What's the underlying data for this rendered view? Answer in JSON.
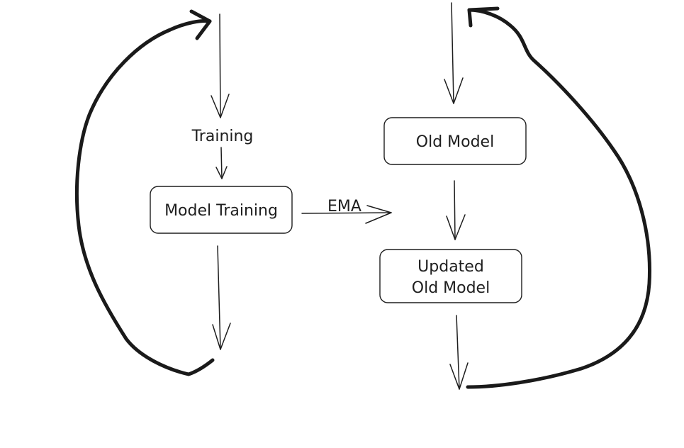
{
  "diagram": {
    "nodes": {
      "training": "Training",
      "model_training": "Model Training",
      "old_model": "Old Model",
      "updated_old_model": [
        "Updated",
        "Old Model"
      ]
    },
    "edges": {
      "ema": "EMA"
    },
    "colors": {
      "stroke": "#1e1e1e",
      "background": "#ffffff"
    }
  }
}
